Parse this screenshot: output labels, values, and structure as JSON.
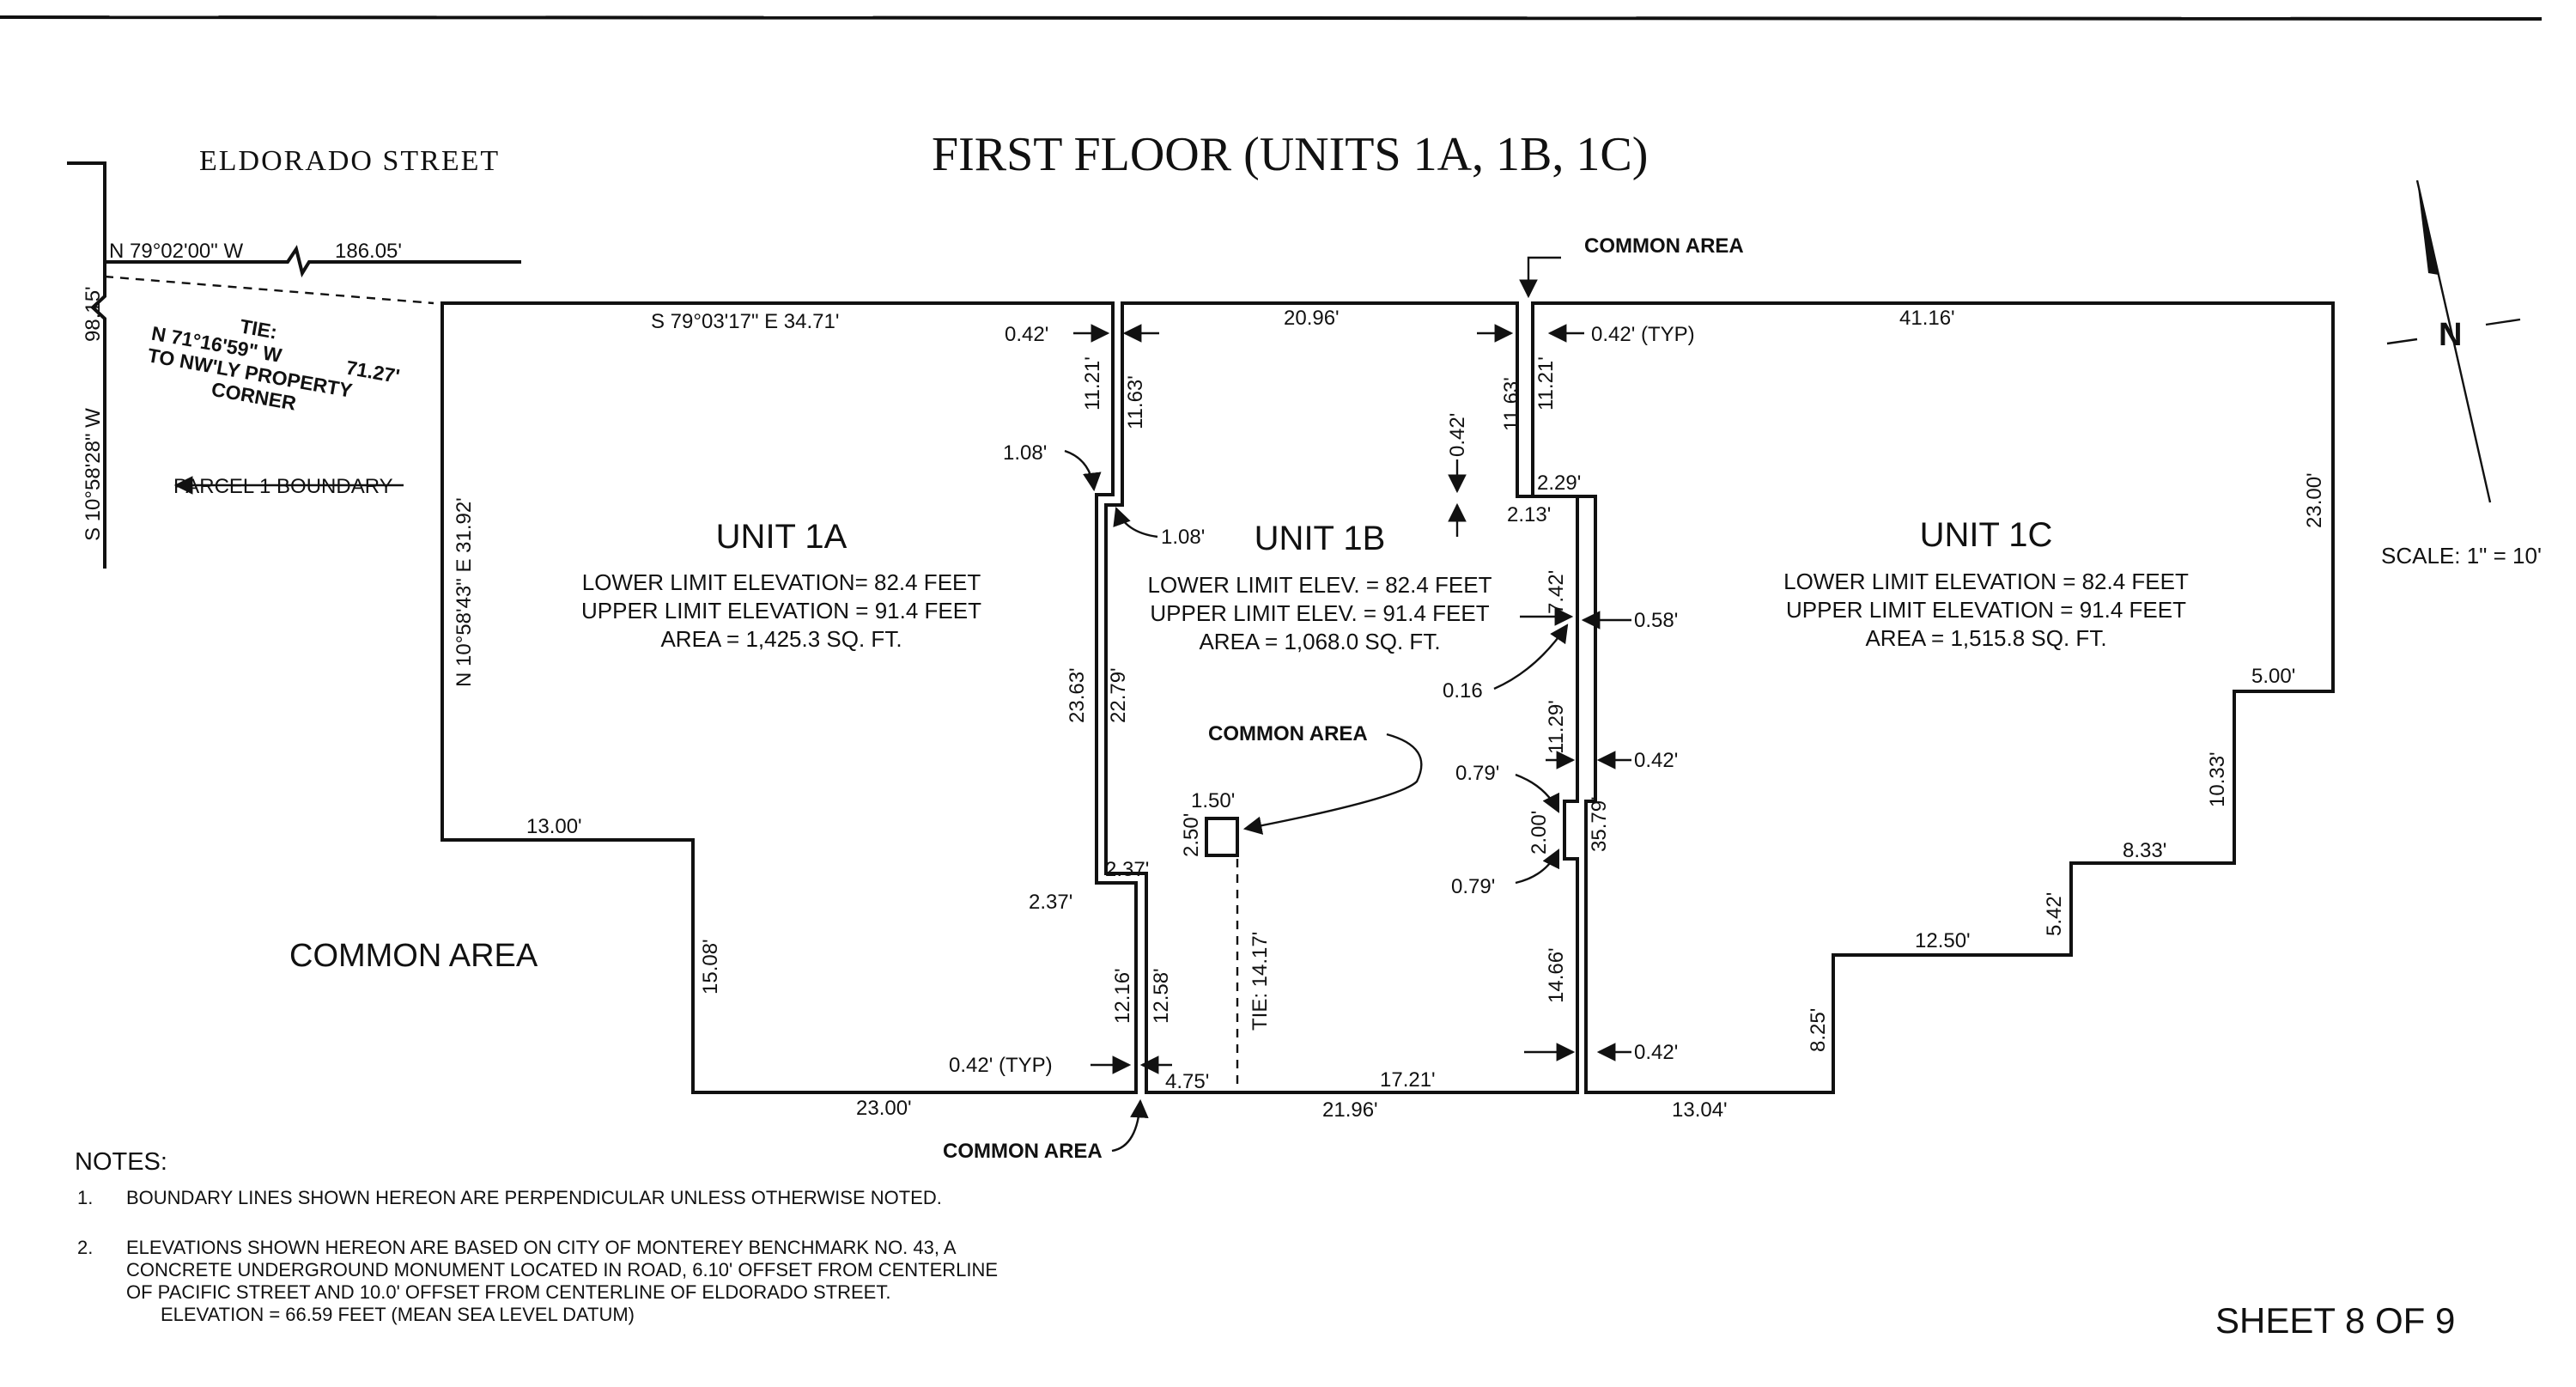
{
  "title": "FIRST FLOOR (UNITS 1A, 1B, 1C)",
  "street": "ELDORADO STREET",
  "scale": "SCALE: 1\" = 10'",
  "north": "N",
  "sheet": "SHEET 8 OF 9",
  "survey": {
    "street_bearing": "N 79°02'00\" W",
    "street_dist": "186.05'",
    "west_bearing": "S 10°58'28\" W",
    "west_dist": "98.15'",
    "tie_word": "TIE:",
    "tie_bearing": "N 71°16'59\" W",
    "tie_dist": "71.27'",
    "tie_line2": "TO NW'LY PROPERTY",
    "tie_line3": "CORNER",
    "parcel": "PARCEL 1 BOUNDARY",
    "north_line": "S 79°03'17\" E 34.71'",
    "west_line": "N 10°58'43\" E 31.92'"
  },
  "labels": {
    "common_area": "COMMON AREA",
    "typ": "0.42' (TYP)",
    "tie_147": "TIE: 14.17'"
  },
  "units": [
    {
      "name": "UNIT 1A",
      "lower": "LOWER LIMIT ELEVATION= 82.4 FEET",
      "upper": "UPPER LIMIT ELEVATION = 91.4 FEET",
      "area": "AREA = 1,425.3 SQ. FT."
    },
    {
      "name": "UNIT 1B",
      "lower": "LOWER LIMIT ELEV. = 82.4 FEET",
      "upper": "UPPER LIMIT ELEV. = 91.4 FEET",
      "area": "AREA = 1,068.0 SQ. FT."
    },
    {
      "name": "UNIT 1C",
      "lower": "LOWER LIMIT ELEVATION = 82.4 FEET",
      "upper": "UPPER LIMIT ELEVATION = 91.4 FEET",
      "area": "AREA = 1,515.8 SQ. FT."
    }
  ],
  "dims": {
    "d_042": "0.42'",
    "d_2096": "20.96'",
    "d_4116": "41.16'",
    "d_1121": "11.21'",
    "d_1163": "11.63'",
    "d_108": "1.08'",
    "d_229": "2.29'",
    "d_213": "2.13'",
    "d_742": "7.42'",
    "d_058": "0.58'",
    "d_016": "0.16",
    "d_1129": "11.29'",
    "d_079": "0.79'",
    "d_200": "2.00'",
    "d_3579": "35.79'",
    "d_2300": "23.00'",
    "d_500": "5.00'",
    "d_1033": "10.33'",
    "d_833": "8.33'",
    "d_542": "5.42'",
    "d_1250": "12.50'",
    "d_825": "8.25'",
    "d_1304": "13.04'",
    "d_1466": "14.66'",
    "d_1721": "17.21'",
    "d_2196": "21.96'",
    "d_475": "4.75'",
    "d_1216": "12.16'",
    "d_1258": "12.58'",
    "d_237": "2.37'",
    "d_2363": "23.63'",
    "d_2279": "22.79'",
    "d_150": "1.50'",
    "d_250": "2.50'",
    "d_1300": "13.00'",
    "d_1508": "15.08'"
  },
  "notes": {
    "heading": "NOTES:",
    "items": [
      {
        "num": "1.",
        "lines": [
          "BOUNDARY LINES SHOWN HEREON ARE PERPENDICULAR UNLESS OTHERWISE NOTED."
        ]
      },
      {
        "num": "2.",
        "lines": [
          "ELEVATIONS SHOWN HEREON ARE BASED ON CITY OF MONTEREY BENCHMARK NO. 43, A",
          "CONCRETE UNDERGROUND MONUMENT LOCATED IN ROAD, 6.10' OFFSET FROM CENTERLINE",
          "OF PACIFIC STREET AND 10.0' OFFSET FROM CENTERLINE OF ELDORADO STREET.",
          "ELEVATION = 66.59 FEET (MEAN SEA LEVEL DATUM)"
        ]
      }
    ]
  }
}
